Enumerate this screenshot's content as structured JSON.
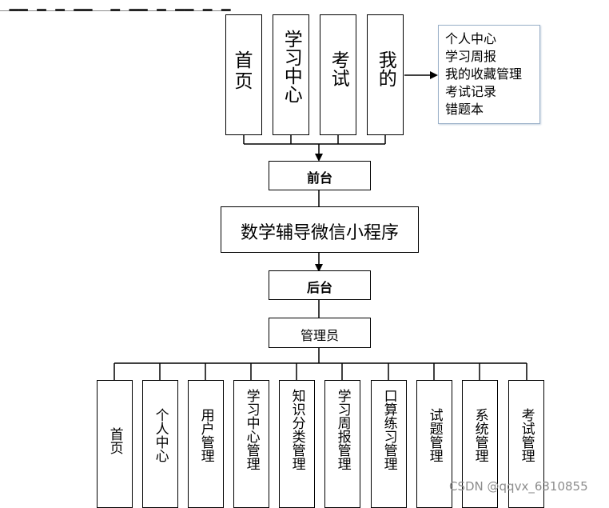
{
  "diagram": {
    "top_modules": [
      "首页",
      "学习中心",
      "考试",
      "我的"
    ],
    "my_items": [
      "个人中心",
      "学习周报",
      "我的收藏管理",
      "考试记录",
      "错题本"
    ],
    "frontend_label": "前台",
    "center_title": "数学辅导微信小程序",
    "backend_label": "后台",
    "admin_label": "管理员",
    "admin_modules": [
      "首页",
      "个人中心",
      "用户管理",
      "学习中心管理",
      "知识分类管理",
      "学习周报管理",
      "口算练习管理",
      "试题管理",
      "系统管理",
      "考试管理"
    ]
  },
  "watermark": "CSDN @qqvx_6310855"
}
